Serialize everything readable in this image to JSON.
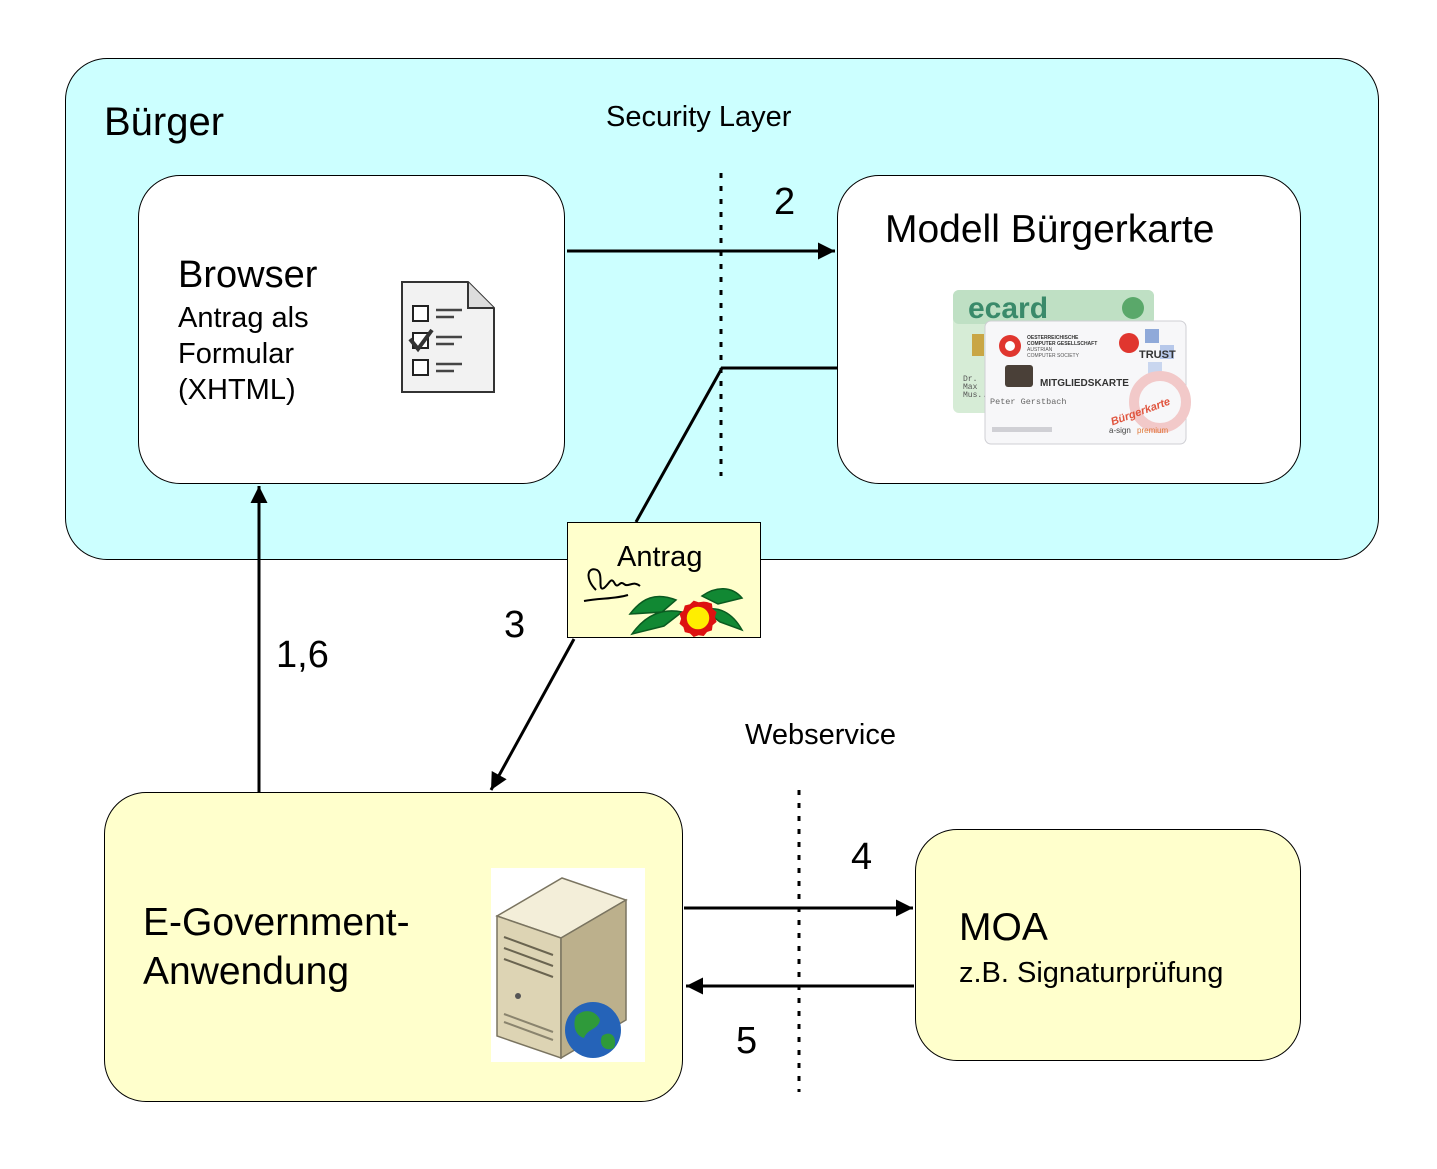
{
  "buerger": {
    "title": "Bürger",
    "security_layer": "Security Layer"
  },
  "browser": {
    "title": "Browser",
    "lines": [
      "Antrag als",
      "Formular",
      "(XHTML)"
    ],
    "icon": "form-checklist-icon"
  },
  "karte": {
    "title": "Modell Bürgerkarte",
    "card_back": {
      "brand": "ecard",
      "holder_lines": [
        "Dr.",
        "Max",
        "Mus..."
      ]
    },
    "card_front": {
      "org": [
        "OESTERREICHISCHE",
        "COMPUTER GESELLSCHAFT",
        "AUSTRIAN",
        "COMPUTER SOCIETY"
      ],
      "trust": "TRUST",
      "type": "MITGLIEDSKARTE",
      "holder": "Peter Gerstbach",
      "stamp": "Bürgerkarte",
      "asign": "a-sign",
      "premium": "premium"
    }
  },
  "antrag": {
    "label": "Antrag",
    "icon": "signature-seal-icon"
  },
  "egov": {
    "lines": [
      "E-Government-",
      "Anwendung"
    ],
    "icon": "web-server-icon"
  },
  "moa": {
    "title": "MOA",
    "subtitle": "z.B. Signaturprüfung"
  },
  "webservice": "Webservice",
  "steps": {
    "s16": "1,6",
    "s2": "2",
    "s3": "3",
    "s4": "4",
    "s5": "5"
  },
  "colors": {
    "buerger_zone": "#ccffff",
    "app_boxes": "#ffffcc",
    "seal_red": "#dd1111",
    "seal_yellow": "#ffee00",
    "seal_green": "#118833"
  }
}
